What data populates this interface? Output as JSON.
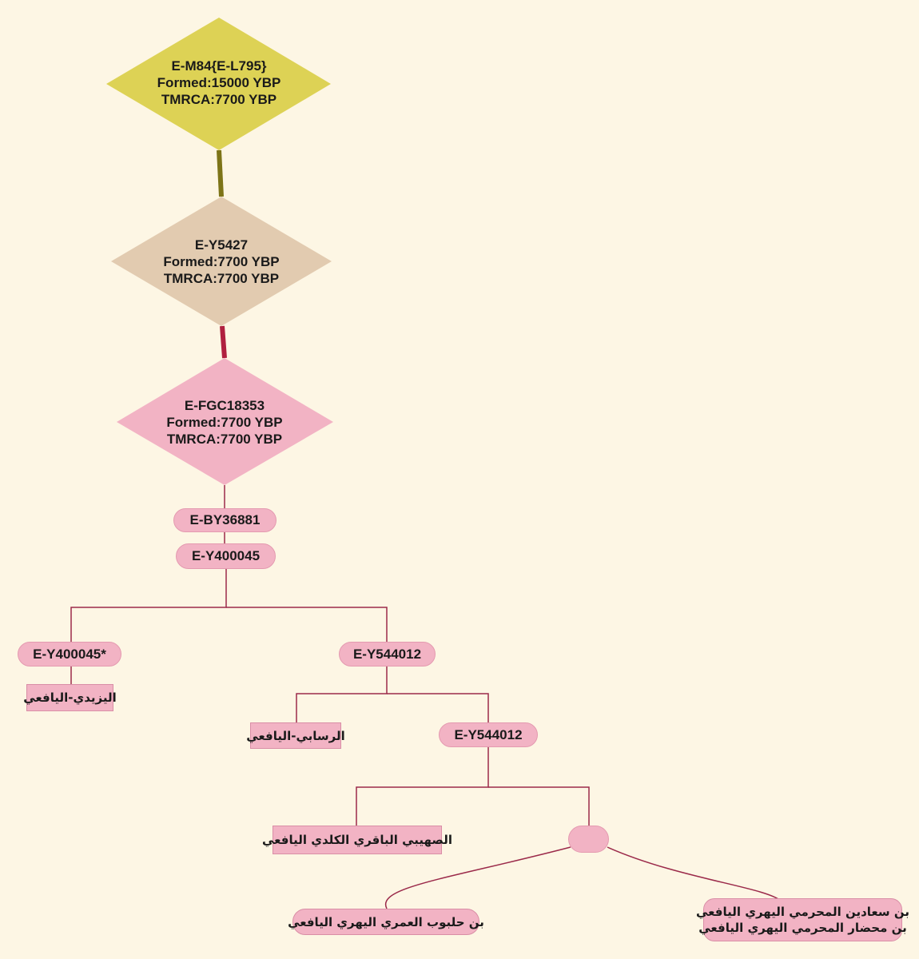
{
  "diamonds": [
    {
      "lines": [
        "E-M84{E-L795}",
        "Formed:15000 YBP",
        "TMRCA:7700 YBP"
      ],
      "color": "#ddd255"
    },
    {
      "lines": [
        "E-Y5427",
        "Formed:7700 YBP",
        "TMRCA:7700 YBP"
      ],
      "color": "#e2cbb0"
    },
    {
      "lines": [
        "E-FGC18353",
        "Formed:7700 YBP",
        "TMRCA:7700 YBP"
      ],
      "color": "#f2b3c4"
    }
  ],
  "pills": {
    "by36881": "E-BY36881",
    "y400045": "E-Y400045",
    "y400045_star": "E-Y400045*",
    "y544012_a": "E-Y544012",
    "y544012_b": "E-Y544012",
    "blank": ""
  },
  "families": {
    "yazidi": "اليزيدي-اليافعي",
    "rasabi": "الرسابي-اليافعي",
    "suhaibi": "الصهيبي الباقري الكلدي اليافعي",
    "halboob": "بن حلبوب العمري اليهري اليافعي",
    "saadin": "بن سعادين المحرمي اليهري اليافعي",
    "mihdar": "بن محضار المحرمي اليهري اليافعي"
  },
  "colors": {
    "background": "#fdf6e4",
    "node_pink": "#f2b3c4",
    "line": "#9b2a4a",
    "connector_olive": "#7d7417",
    "connector_red": "#b0203f"
  }
}
